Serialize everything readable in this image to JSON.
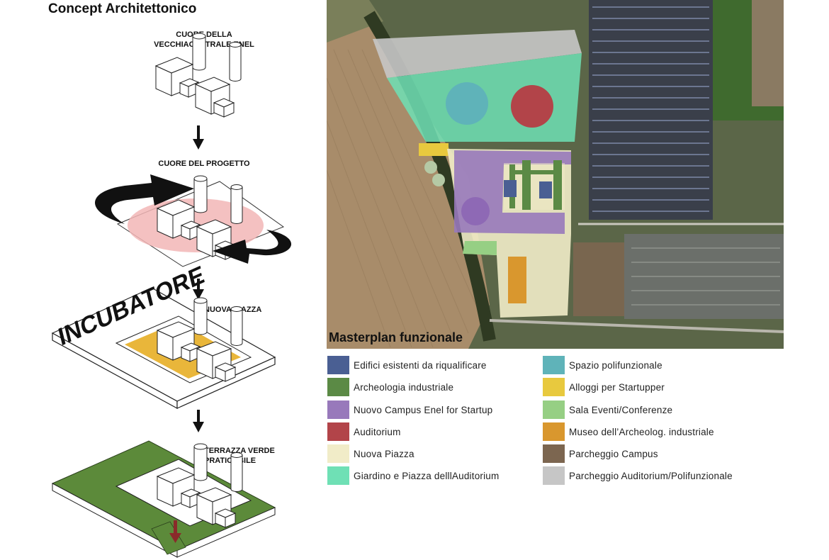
{
  "concept": {
    "title": "Concept Architettonico",
    "steps": [
      {
        "label_line1": "CUORE DELLA",
        "label_line2": "VECCHIACENTRALE ENEL"
      },
      {
        "label_line1": "CUORE DEL PROGETTO"
      },
      {
        "label_line1": "NUOVA PIAZZA",
        "stamp": "INCUBATORE"
      },
      {
        "label_line1": "TERRAZZA VERDE",
        "label_line2": "PRATICABILE"
      }
    ]
  },
  "masterplan": {
    "title": "Masterplan funzionale",
    "legend": [
      {
        "label": "Edifici esistenti da riqualificare",
        "color": "#4a5f93"
      },
      {
        "label": "Archeologia industriale",
        "color": "#5b8a45"
      },
      {
        "label": "Nuovo Campus Enel for Startup",
        "color": "#9879bb"
      },
      {
        "label": "Auditorium",
        "color": "#b24449"
      },
      {
        "label": "Nuova Piazza",
        "color": "#f1ecc8"
      },
      {
        "label": "Giardino e Piazza delllAuditorium",
        "color": "#6fe0b5"
      },
      {
        "label": "Spazio polifunzionale",
        "color": "#5fb3b9"
      },
      {
        "label": "Alloggi per Startupper",
        "color": "#e8c93e"
      },
      {
        "label": "Sala Eventi/Conferenze",
        "color": "#96cf84"
      },
      {
        "label": "Museo dell’Archeolog. industriale",
        "color": "#d9972e"
      },
      {
        "label": "Parcheggio Campus",
        "color": "#7c6650"
      },
      {
        "label": "Parcheggio Auditorium/Polifunzionale",
        "color": "#c6c6c6"
      }
    ]
  }
}
